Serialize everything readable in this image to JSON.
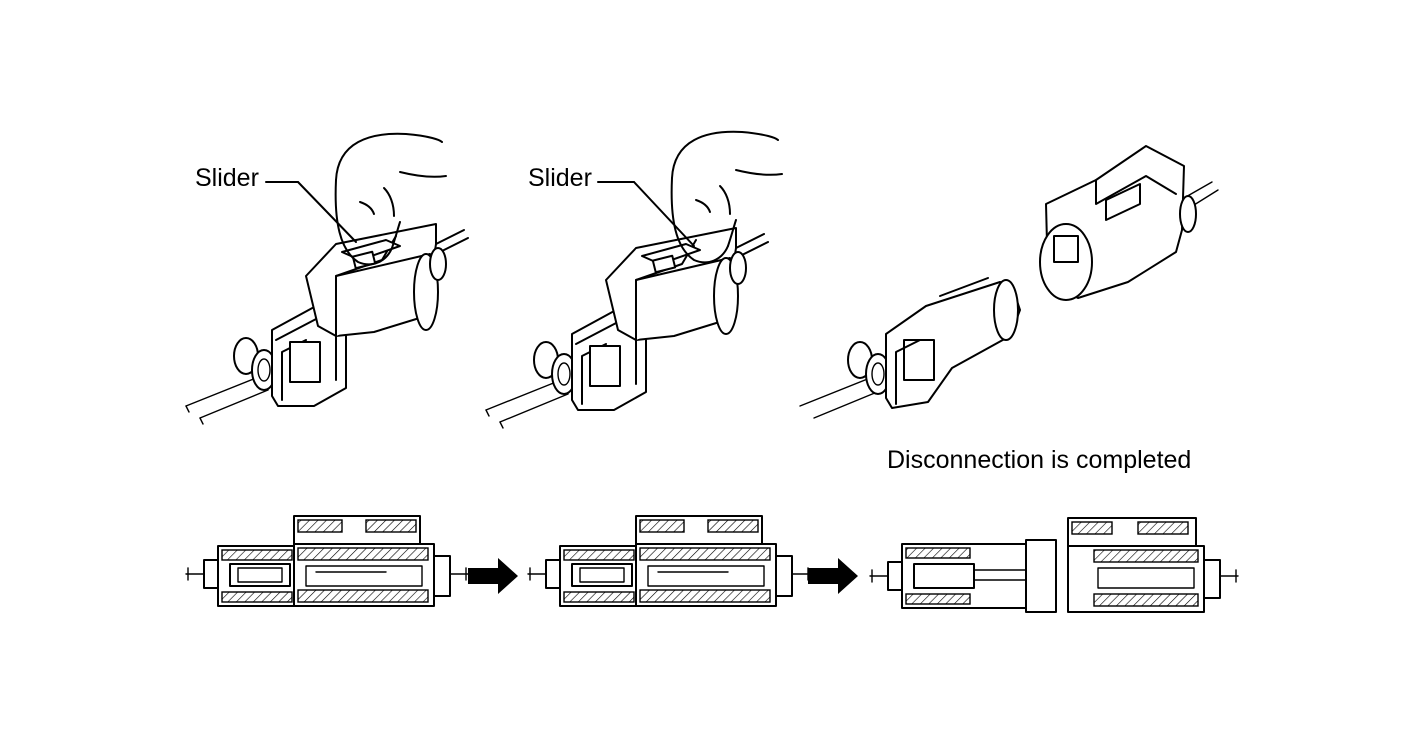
{
  "labels": {
    "slider_1": "Slider",
    "slider_2": "Slider",
    "completed": "Disconnection is completed"
  },
  "colors": {
    "ink": "#000000",
    "paper": "#ffffff"
  },
  "icons": {
    "arrow_1": "right-arrow-icon",
    "arrow_2": "right-arrow-icon"
  }
}
